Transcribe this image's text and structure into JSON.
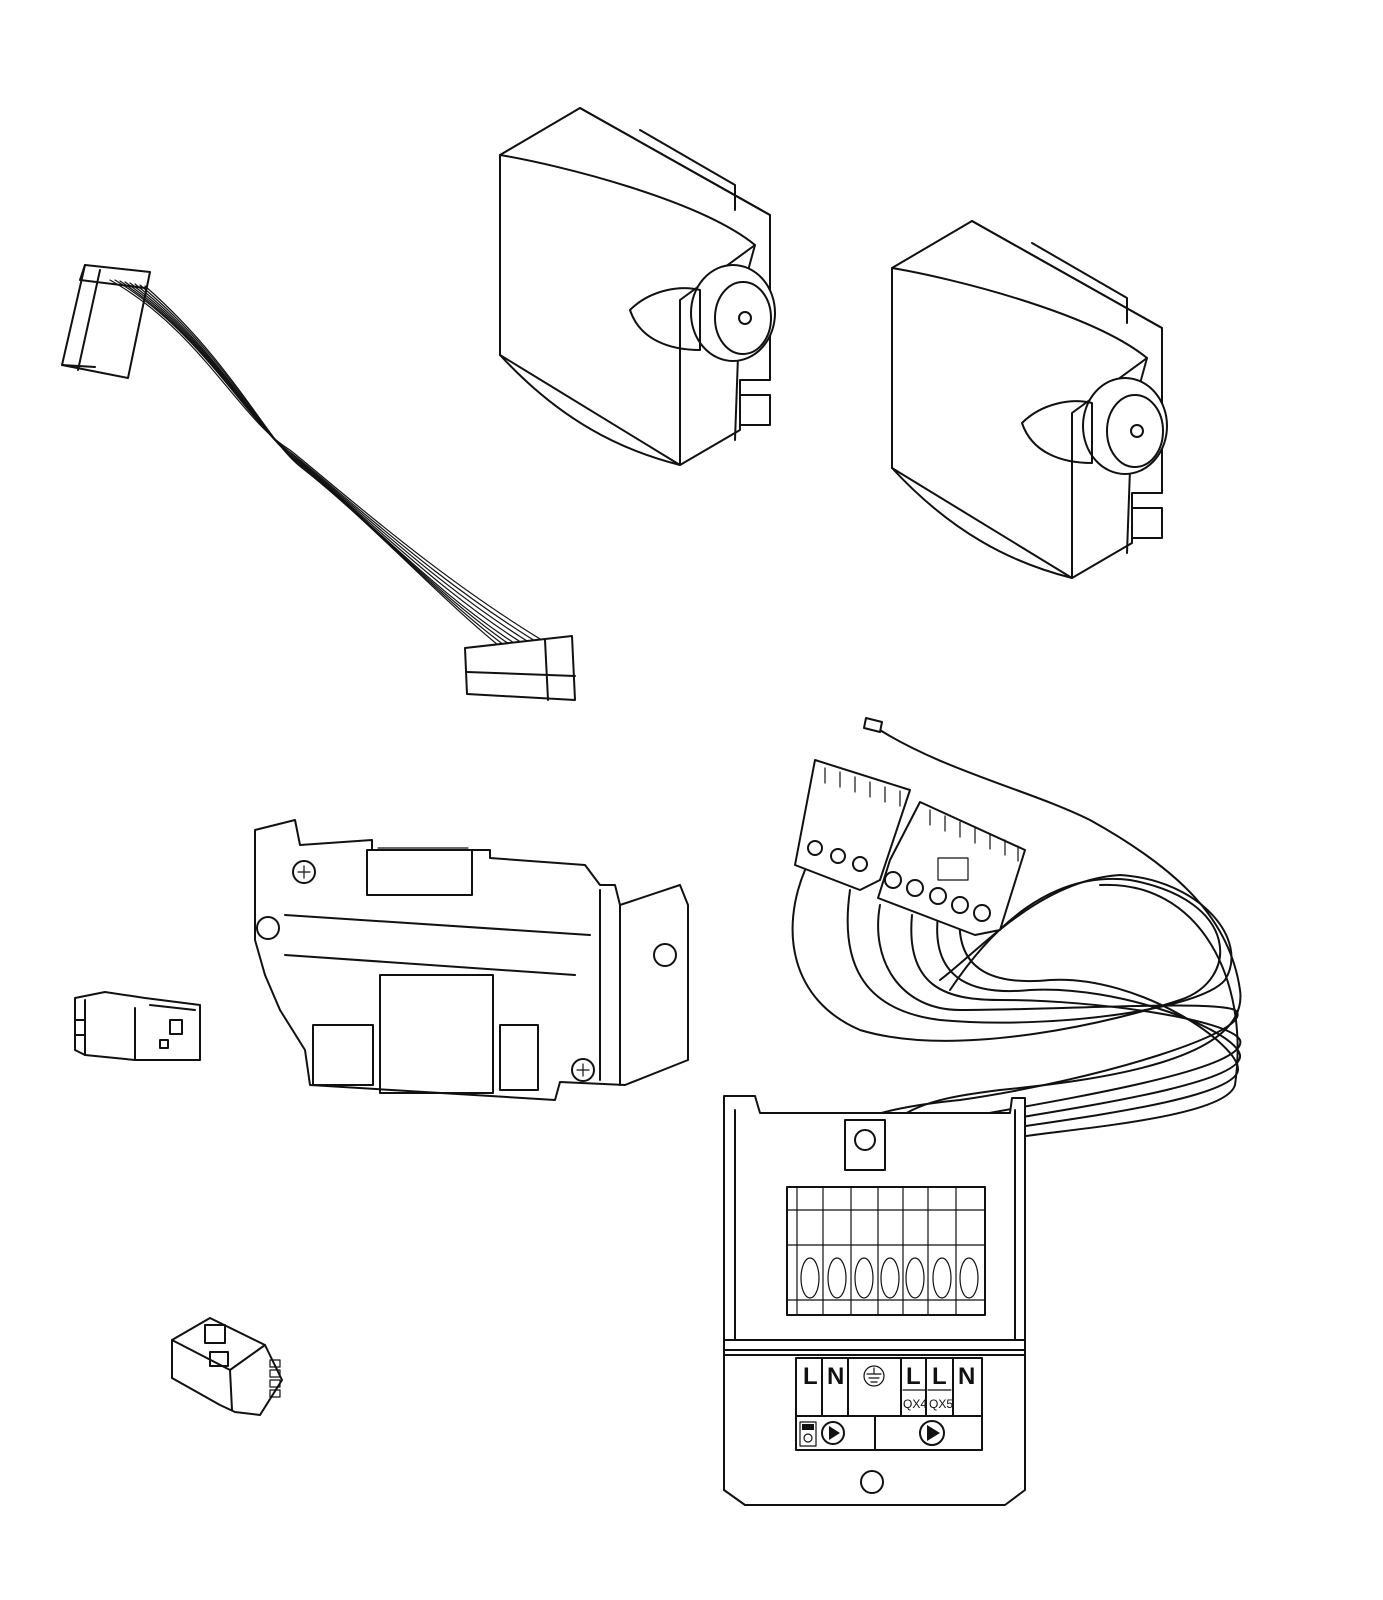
{
  "terminal_label": {
    "terminals": [
      {
        "label": "L",
        "sub": ""
      },
      {
        "label": "N",
        "sub": ""
      },
      {
        "label": "",
        "sub": "",
        "icon": "ground-icon"
      },
      {
        "label": "L",
        "sub": "QX4"
      },
      {
        "label": "L",
        "sub": "QX5"
      },
      {
        "label": "N",
        "sub": ""
      }
    ],
    "icons": [
      "fuse-icon",
      "pump-icon",
      "pump-icon"
    ]
  }
}
